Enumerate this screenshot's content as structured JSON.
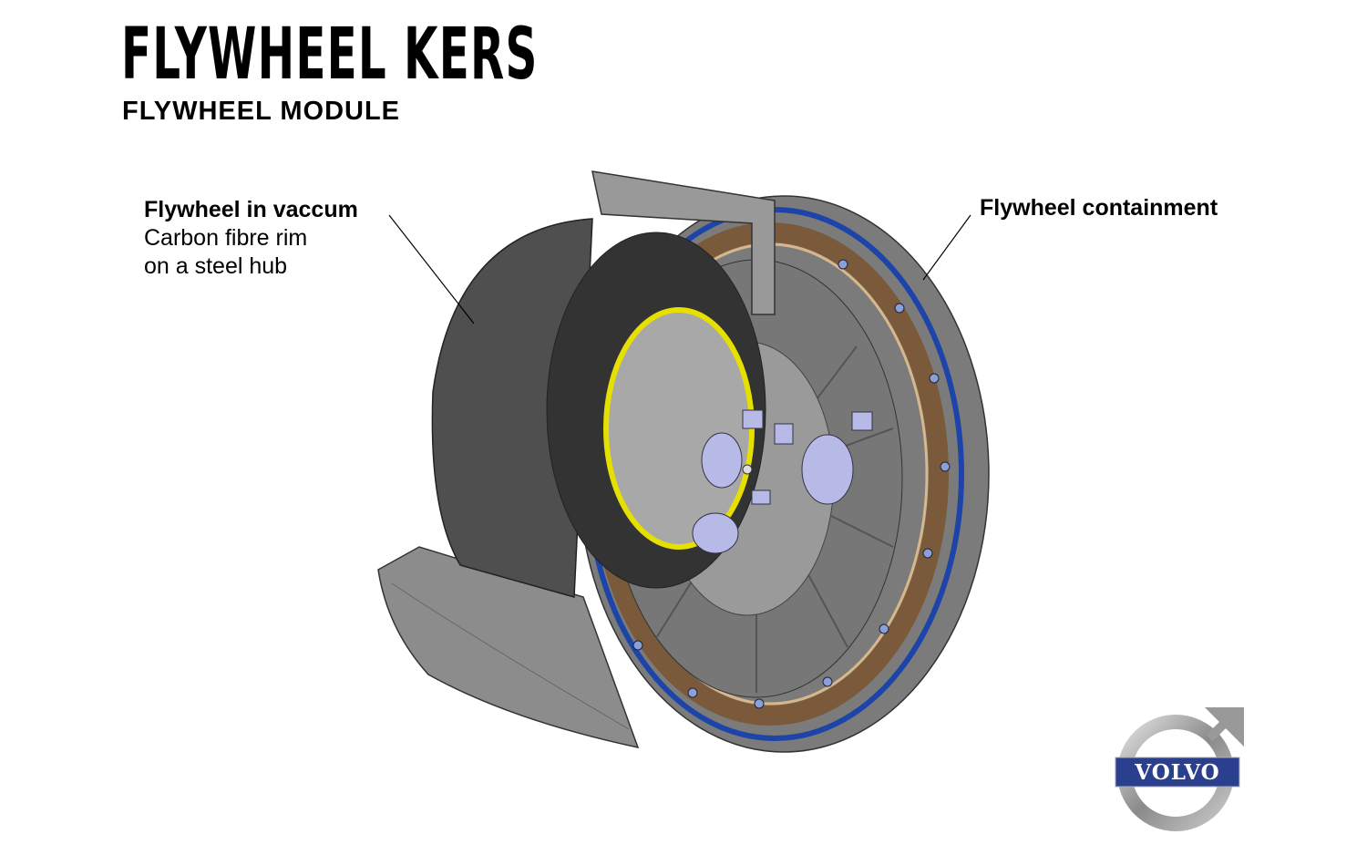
{
  "header": {
    "title": "FLYWHEEL KERS",
    "subtitle": "FLYWHEEL MODULE"
  },
  "callouts": [
    {
      "heading": "Flywheel in vaccum",
      "lines": [
        "Carbon fibre rim",
        "on a steel hub"
      ]
    },
    {
      "heading": "Flywheel containment"
    }
  ],
  "logo": {
    "text": "VOLVO",
    "color": "#2b3f8f"
  },
  "colors": {
    "containment_blue": "#1d44a8",
    "rim_bronze": "#7a5a3a",
    "seal_yellow": "#e6e000",
    "flywheel_dark": "#4a4a4a"
  }
}
